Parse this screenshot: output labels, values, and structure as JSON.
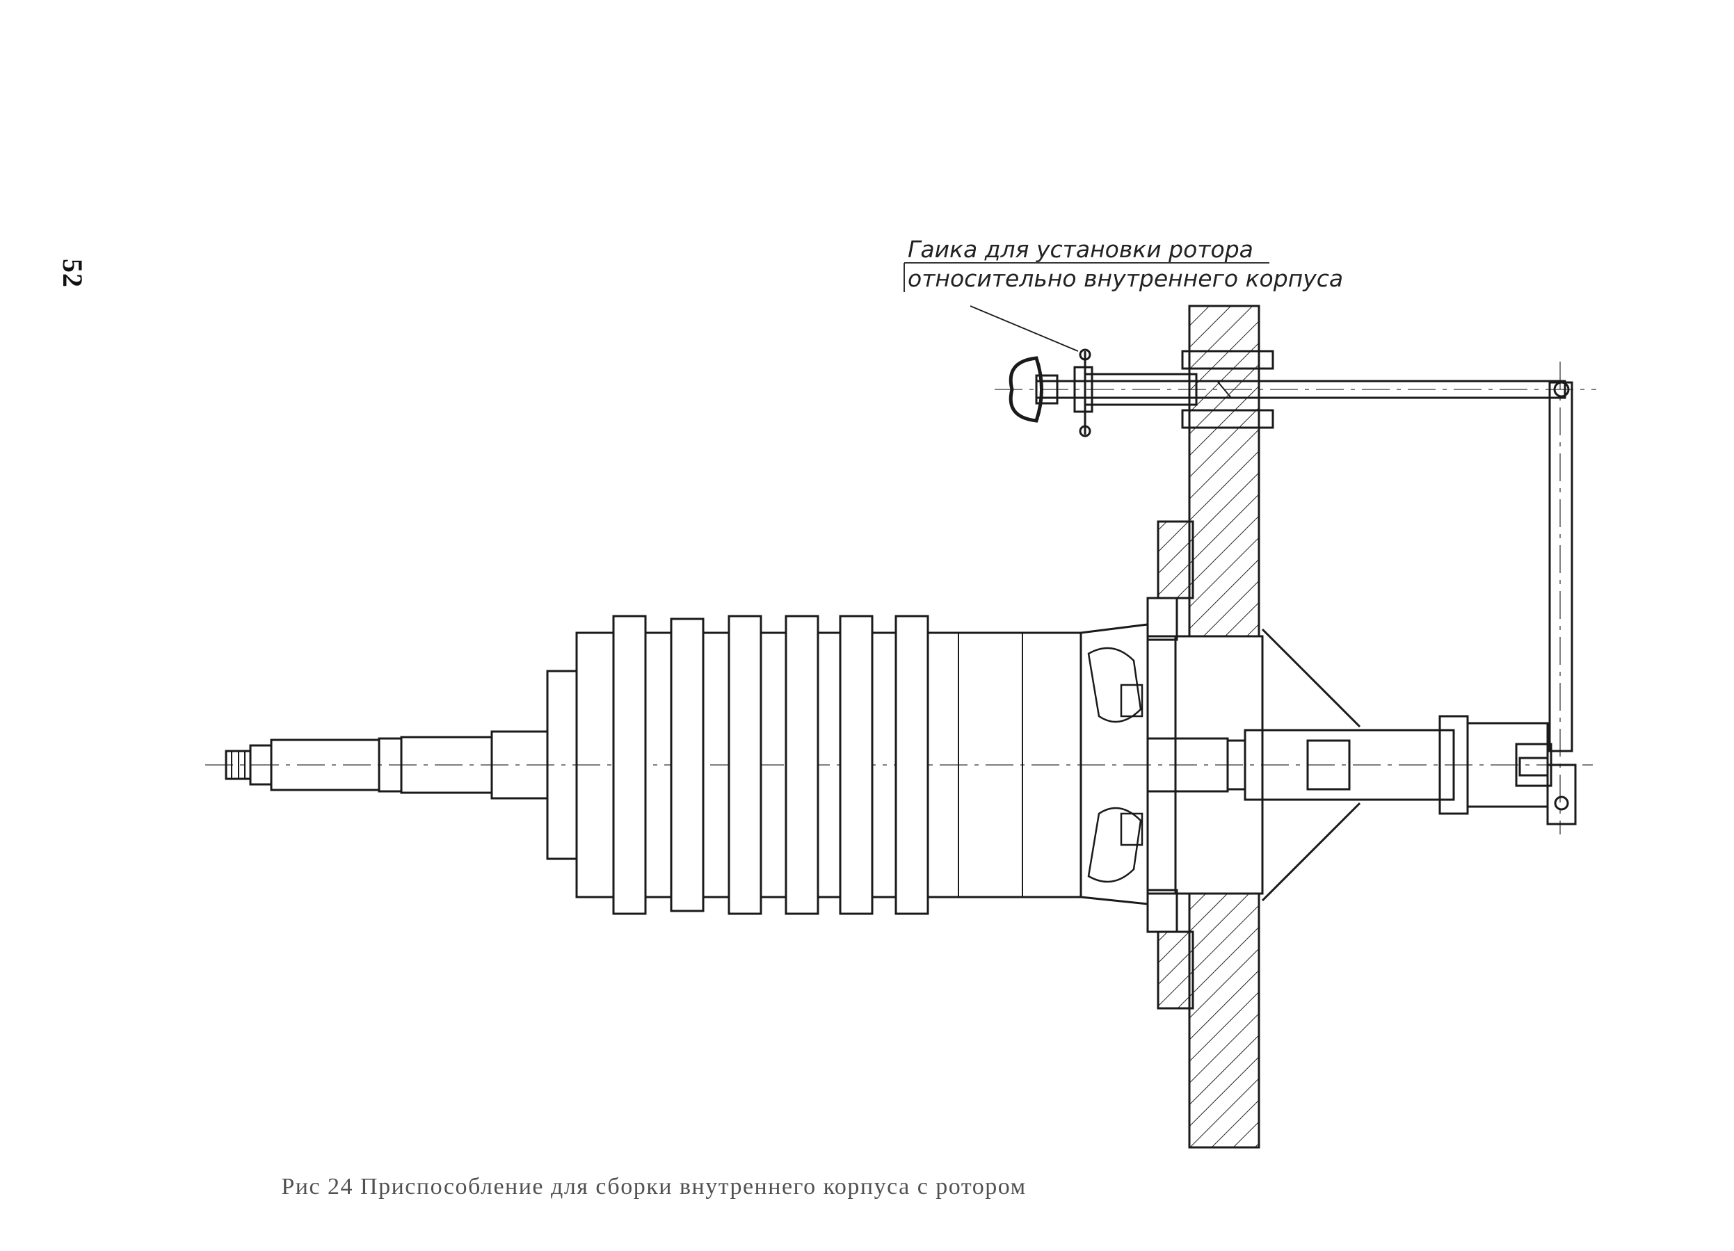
{
  "page": {
    "number": "52"
  },
  "callout": {
    "line1": "Гаика для установки ротора",
    "line2": "относительно внутреннего корпуса"
  },
  "figure": {
    "caption": "Рис 24 Приспособление для сборки внутреннего корпуса с ротором"
  },
  "colors": {
    "ink": "#1a1a1a",
    "paper": "#ffffff"
  }
}
